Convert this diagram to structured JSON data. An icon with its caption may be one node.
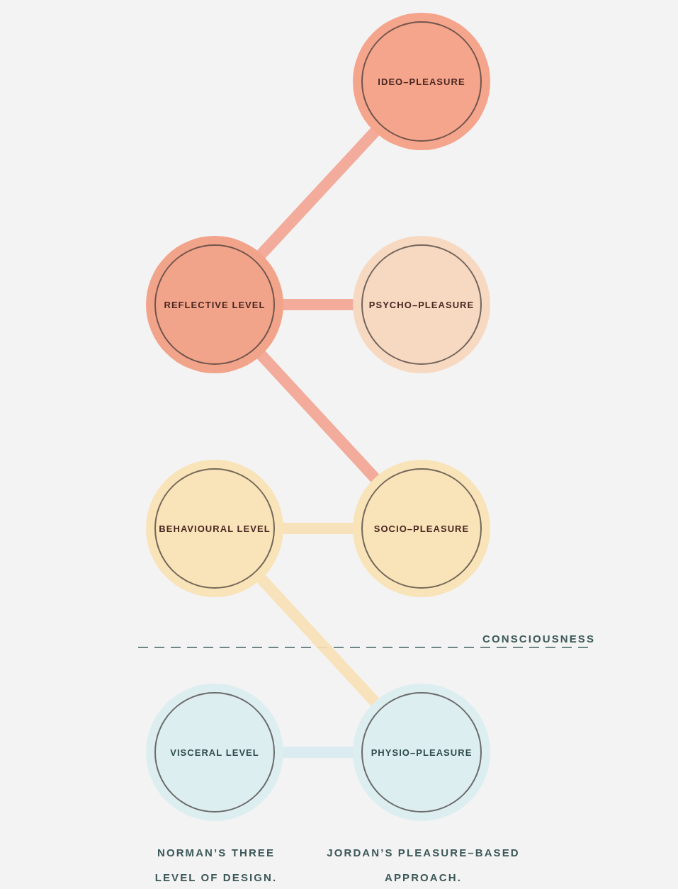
{
  "diagram": {
    "nodes": [
      {
        "text": [
          "IDEO–PLEASURE"
        ]
      },
      {
        "text": [
          "REFLECTIVE LEVEL"
        ]
      },
      {
        "text": [
          "PSYCHO–PLEASURE"
        ]
      },
      {
        "text": [
          "BEHAVIOURAL LEVEL"
        ]
      },
      {
        "text": [
          "SOCIO–PLEASURE"
        ]
      },
      {
        "text": [
          "VISCERAL LEVEL"
        ]
      },
      {
        "text": [
          "PHYSIO–PLEASURE"
        ]
      }
    ],
    "edges": [
      {
        "from": 1,
        "to": 0,
        "arrow": "none"
      },
      {
        "from": 1,
        "to": 2,
        "arrow": "none"
      },
      {
        "from": 1,
        "to": 4,
        "arrow": "none"
      },
      {
        "from": 3,
        "to": 4,
        "arrow": "none",
        "color": "#f9e1b5"
      },
      {
        "from": 3,
        "to": 6,
        "arrow": "none",
        "color": "#f9e1b5"
      },
      {
        "from": 5,
        "to": 6,
        "arrow": "none",
        "color": "#d8ecef"
      }
    ],
    "labels": [
      "CONSCIOUSNESS",
      "NORMAN’S THREE LEVEL OF DESIGN.",
      "JORDAN’S PLEASURE–BASED APPROACH."
    ]
  }
}
